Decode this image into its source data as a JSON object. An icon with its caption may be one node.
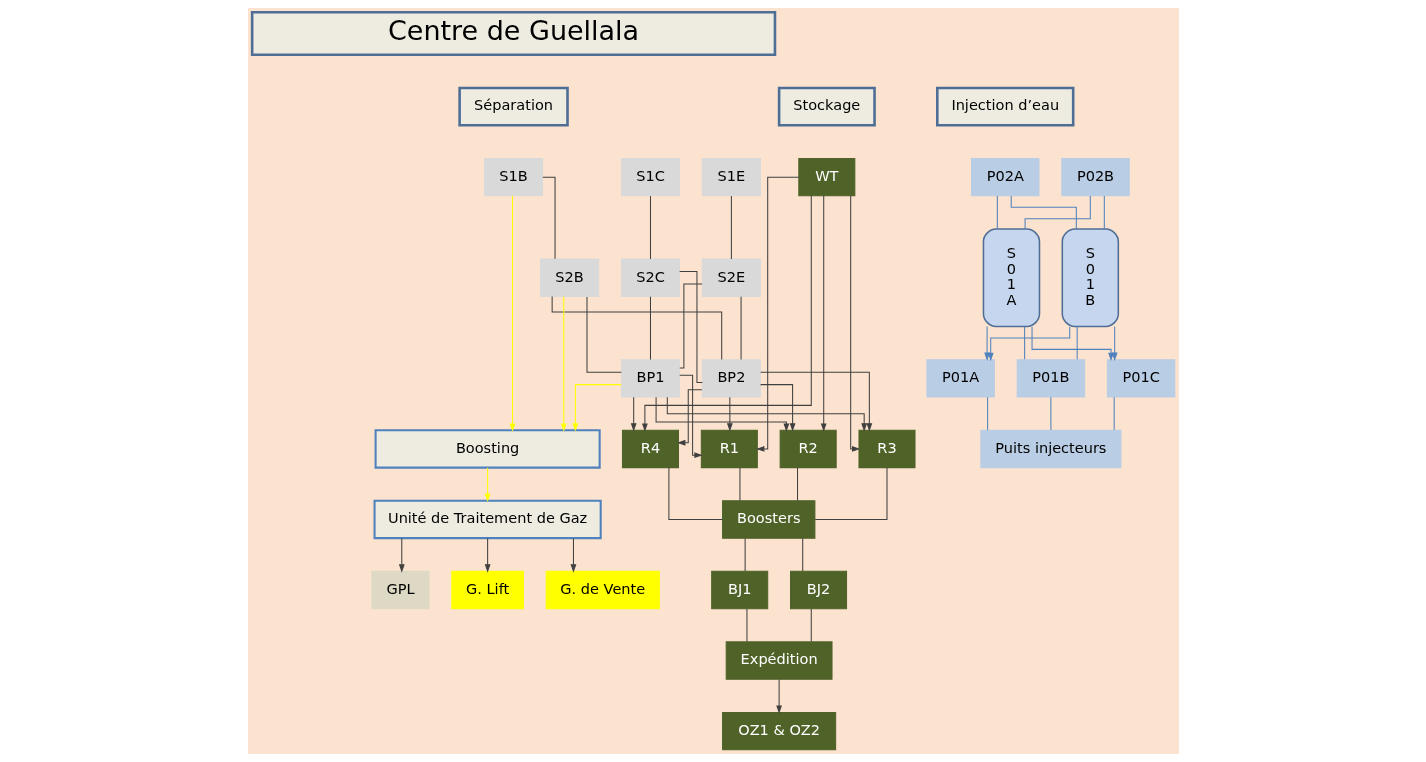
{
  "diagram": {
    "nodes": [
      {
        "text": [
          "Centre de Guellala"
        ]
      },
      {
        "text": [
          "Injection d’eau"
        ]
      },
      {
        "text": [
          "Séparation"
        ]
      },
      {
        "text": [
          "Stockage"
        ]
      },
      {
        "text": [
          "P02A"
        ]
      },
      {
        "text": [
          "P02B"
        ]
      },
      {
        "text": [
          "S01A"
        ]
      },
      {
        "text": [
          "S01B"
        ]
      },
      {
        "text": [
          "P01A"
        ]
      },
      {
        "text": [
          "P01B"
        ]
      },
      {
        "text": [
          "P01C"
        ]
      },
      {
        "text": [
          "Puits injecteurs"
        ]
      },
      {
        "text": [
          "S1B"
        ]
      },
      {
        "text": [
          "S1C"
        ]
      },
      {
        "text": [
          "S1E"
        ]
      },
      {
        "text": [
          "S2B"
        ]
      },
      {
        "text": [
          "S2C"
        ]
      },
      {
        "text": [
          "S2E"
        ]
      },
      {
        "text": [
          "BP1"
        ]
      },
      {
        "text": [
          "BP2"
        ]
      },
      {
        "text": [
          "Boosting"
        ]
      },
      {
        "text": [
          "Unité de Traitement de Gaz"
        ]
      },
      {
        "text": [
          "GPL"
        ]
      },
      {
        "text": [
          "G. Lift"
        ]
      },
      {
        "text": [
          "G. de Vente"
        ]
      },
      {
        "text": [
          "WT"
        ]
      },
      {
        "text": [
          "R1"
        ]
      },
      {
        "text": [
          "R2"
        ]
      },
      {
        "text": [
          "R3"
        ]
      },
      {
        "text": [
          "R4"
        ]
      },
      {
        "text": [
          "Boosters"
        ]
      },
      {
        "text": [
          "BJ1"
        ]
      },
      {
        "text": [
          "BJ2"
        ]
      },
      {
        "text": [
          "Expédition"
        ]
      },
      {
        "text": [
          "OZ1 & OZ2"
        ]
      }
    ],
    "edges": [
      {
        "from": 4,
        "to": 6,
        "arrow": "none",
        "color": "#4f81bd"
      },
      {
        "from": 4,
        "to": 7,
        "arrow": "none",
        "color": "#4f81bd"
      },
      {
        "from": 5,
        "to": 6,
        "arrow": "none",
        "color": "#4f81bd"
      },
      {
        "from": 5,
        "to": 7,
        "arrow": "none",
        "color": "#4f81bd"
      },
      {
        "from": 6,
        "to": 8,
        "arrow": "to",
        "color": "#4f81bd"
      },
      {
        "from": 6,
        "to": 9,
        "arrow": "none",
        "color": "#4f81bd"
      },
      {
        "from": 6,
        "to": 10,
        "arrow": "to",
        "color": "#4f81bd"
      },
      {
        "from": 7,
        "to": 8,
        "arrow": "to",
        "color": "#4f81bd"
      },
      {
        "from": 7,
        "to": 9,
        "arrow": "none",
        "color": "#4f81bd"
      },
      {
        "from": 7,
        "to": 10,
        "arrow": "to",
        "color": "#4f81bd"
      },
      {
        "from": 8,
        "to": 11,
        "arrow": "none",
        "color": "#4f81bd"
      },
      {
        "from": 9,
        "to": 11,
        "arrow": "none",
        "color": "#4f81bd"
      },
      {
        "from": 10,
        "to": 11,
        "arrow": "none",
        "color": "#4f81bd"
      },
      {
        "from": 12,
        "to": 15,
        "arrow": "none"
      },
      {
        "from": 13,
        "to": 16,
        "arrow": "none"
      },
      {
        "from": 14,
        "to": 17,
        "arrow": "none"
      },
      {
        "from": 15,
        "to": 18,
        "arrow": "none"
      },
      {
        "from": 15,
        "to": 19,
        "arrow": "none"
      },
      {
        "from": 16,
        "to": 18,
        "arrow": "none"
      },
      {
        "from": 16,
        "to": 19,
        "arrow": "none"
      },
      {
        "from": 17,
        "to": 18,
        "arrow": "none"
      },
      {
        "from": 17,
        "to": 19,
        "arrow": "none"
      },
      {
        "from": 18,
        "to": 26,
        "arrow": "to"
      },
      {
        "from": 18,
        "to": 27,
        "arrow": "to"
      },
      {
        "from": 18,
        "to": 28,
        "arrow": "to"
      },
      {
        "from": 18,
        "to": 29,
        "arrow": "to"
      },
      {
        "from": 19,
        "to": 26,
        "arrow": "to"
      },
      {
        "from": 19,
        "to": 27,
        "arrow": "to"
      },
      {
        "from": 19,
        "to": 28,
        "arrow": "to"
      },
      {
        "from": 19,
        "to": 29,
        "arrow": "to"
      },
      {
        "from": 12,
        "to": 20,
        "arrow": "to",
        "color": "#ffff00"
      },
      {
        "from": 15,
        "to": 20,
        "arrow": "to",
        "color": "#ffff00"
      },
      {
        "from": 18,
        "to": 20,
        "arrow": "to",
        "color": "#ffff00"
      },
      {
        "from": 20,
        "to": 21,
        "arrow": "to",
        "color": "#ffff00"
      },
      {
        "from": 21,
        "to": 22,
        "arrow": "to"
      },
      {
        "from": 21,
        "to": 23,
        "arrow": "to"
      },
      {
        "from": 21,
        "to": 24,
        "arrow": "to"
      },
      {
        "from": 25,
        "to": 26,
        "arrow": "to"
      },
      {
        "from": 25,
        "to": 27,
        "arrow": "to"
      },
      {
        "from": 25,
        "to": 28,
        "arrow": "to"
      },
      {
        "from": 25,
        "to": 29,
        "arrow": "to"
      },
      {
        "from": 26,
        "to": 30,
        "arrow": "none"
      },
      {
        "from": 27,
        "to": 30,
        "arrow": "none"
      },
      {
        "from": 28,
        "to": 30,
        "arrow": "none"
      },
      {
        "from": 29,
        "to": 30,
        "arrow": "none"
      },
      {
        "from": 30,
        "to": 31,
        "arrow": "none"
      },
      {
        "from": 30,
        "to": 32,
        "arrow": "none"
      },
      {
        "from": 31,
        "to": 33,
        "arrow": "none"
      },
      {
        "from": 32,
        "to": 33,
        "arrow": "none"
      },
      {
        "from": 33,
        "to": 34,
        "arrow": "to"
      }
    ]
  }
}
